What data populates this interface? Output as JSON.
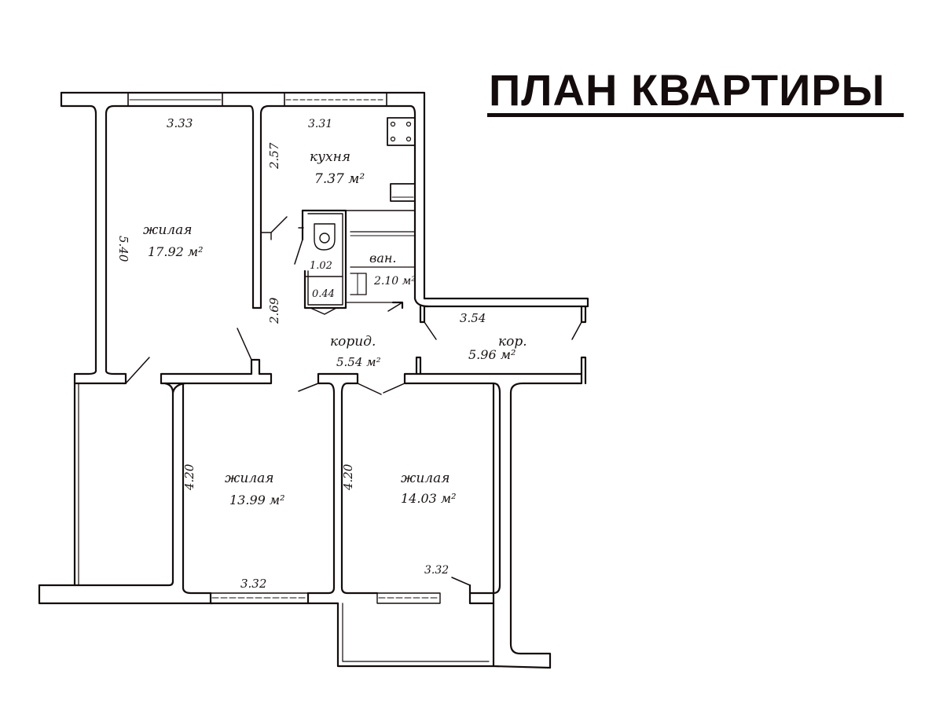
{
  "title": "ПЛАН КВАРТИРЫ",
  "colors": {
    "ink": "#140c0c",
    "background": "#ffffff"
  },
  "rooms": [
    {
      "id": "living-1",
      "name": "жилая",
      "area": "17.92 м²",
      "dims": [
        "3.33",
        "5.40"
      ]
    },
    {
      "id": "kitchen",
      "name": "кухня",
      "area": "7.37 м²",
      "dims": [
        "3.31",
        "2.57"
      ]
    },
    {
      "id": "toilet",
      "name": "",
      "area": "1.02",
      "dims": []
    },
    {
      "id": "closet",
      "name": "",
      "area": "0.44",
      "dims": []
    },
    {
      "id": "bathroom",
      "name": "ван.",
      "area": "2.10 м²",
      "dims": []
    },
    {
      "id": "corridor",
      "name": "корид.",
      "area": "5.54 м²",
      "dims": [
        "2.69"
      ]
    },
    {
      "id": "corridor-2",
      "name": "кор.",
      "area": "5.96 м²",
      "dims": [
        "3.54"
      ]
    },
    {
      "id": "living-2",
      "name": "жилая",
      "area": "13.99 м²",
      "dims": [
        "4.20",
        "3.32"
      ]
    },
    {
      "id": "living-3",
      "name": "жилая",
      "area": "14.03 м²",
      "dims": [
        "4.20",
        "3.32"
      ]
    }
  ],
  "labels": {
    "living1_width": "3.33",
    "living1_length": "5.40",
    "living1_name": "жилая",
    "living1_area": "17.92 м²",
    "kitchen_width": "3.31",
    "kitchen_length": "2.57",
    "kitchen_name": "кухня",
    "kitchen_area": "7.37 м²",
    "toilet_area": "1.02",
    "closet_area": "0.44",
    "bath_name": "ван.",
    "bath_area": "2.10 м²",
    "corridor_length": "2.69",
    "corridor_name": "корид.",
    "corridor_area": "5.54 м²",
    "corridor2_width": "3.54",
    "corridor2_name": "кор.",
    "corridor2_area": "5.96 м²",
    "living2_length": "4.20",
    "living2_name": "жилая",
    "living2_area": "13.99 м²",
    "living2_width": "3.32",
    "living3_length": "4.20",
    "living3_name": "жилая",
    "living3_area": "14.03 м²",
    "living3_width": "3.32"
  }
}
